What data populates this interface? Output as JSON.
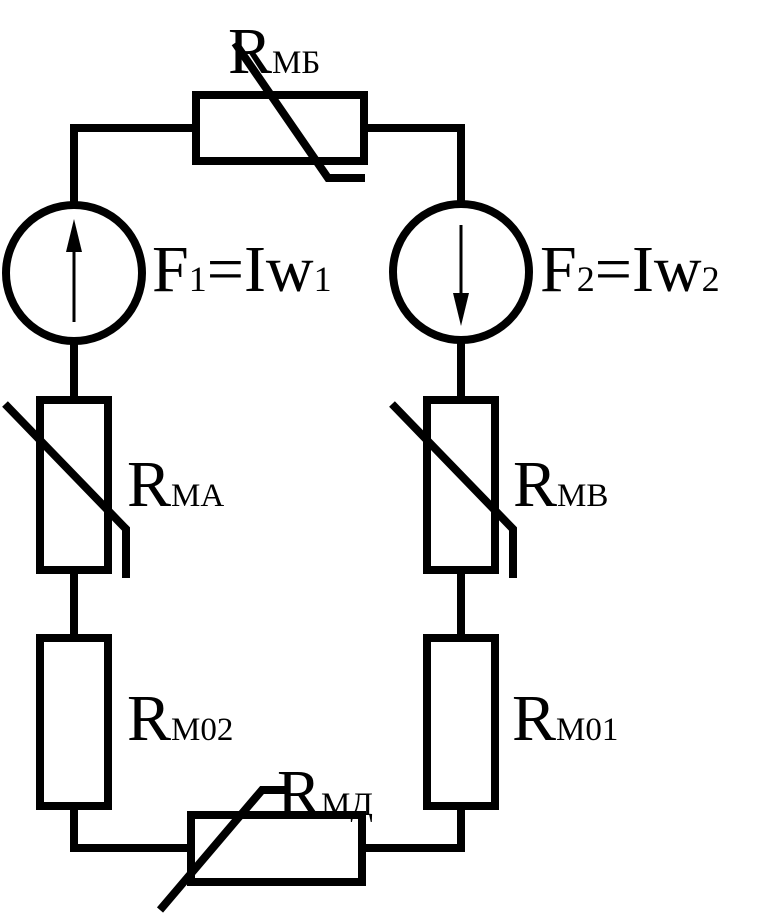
{
  "labels": {
    "r_mb": {
      "main": "R",
      "sub": "МБ"
    },
    "r_ma": {
      "main": "R",
      "sub": "МА"
    },
    "r_mv": {
      "main": "R",
      "sub": "МВ"
    },
    "r_m02": {
      "main": "R",
      "sub": "М02"
    },
    "r_m01": {
      "main": "R",
      "sub": "М01"
    },
    "r_md": {
      "main": "R",
      "sub": "МД"
    },
    "f1": {
      "a": "F",
      "a_sub": "1",
      "b": "=Iw",
      "b_sub": "1"
    },
    "f2": {
      "a": "F",
      "a_sub": "2",
      "b": "=Iw",
      "b_sub": "2"
    }
  },
  "colors": {
    "line": "#000000",
    "background": "#ffffff"
  }
}
